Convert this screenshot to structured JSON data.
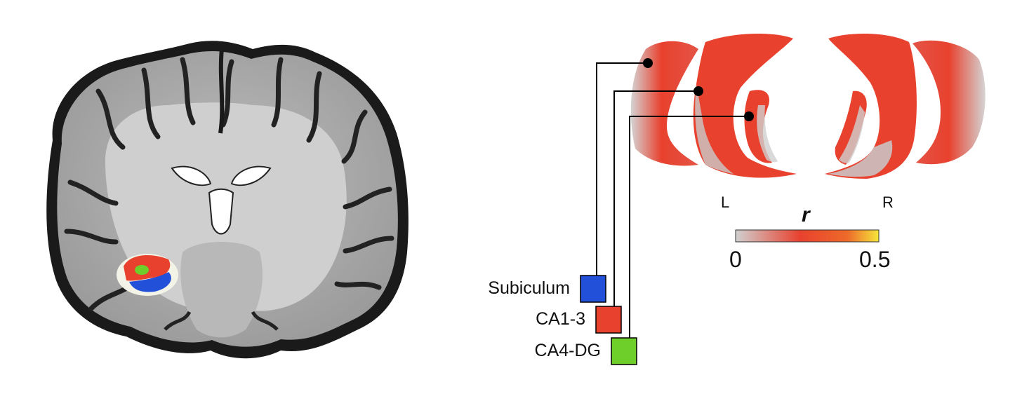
{
  "legend": {
    "items": [
      {
        "label": "Subiculum",
        "color": "#2250d8"
      },
      {
        "label": "CA1-3",
        "color": "#e8412e"
      },
      {
        "label": "CA4-DG",
        "color": "#6fcf2a"
      }
    ]
  },
  "hemispheres": {
    "left": "L",
    "right": "R"
  },
  "colorbar": {
    "title": "r",
    "min_label": "0",
    "max_label": "0.5",
    "range": [
      0,
      0.5
    ],
    "stops": [
      "#d0d0d0",
      "#e8412e",
      "#f5e63a"
    ]
  },
  "colors": {
    "surface_gray": "#c8c8c8",
    "correlation_red": "#e8412e",
    "leader_line": "#000000"
  }
}
